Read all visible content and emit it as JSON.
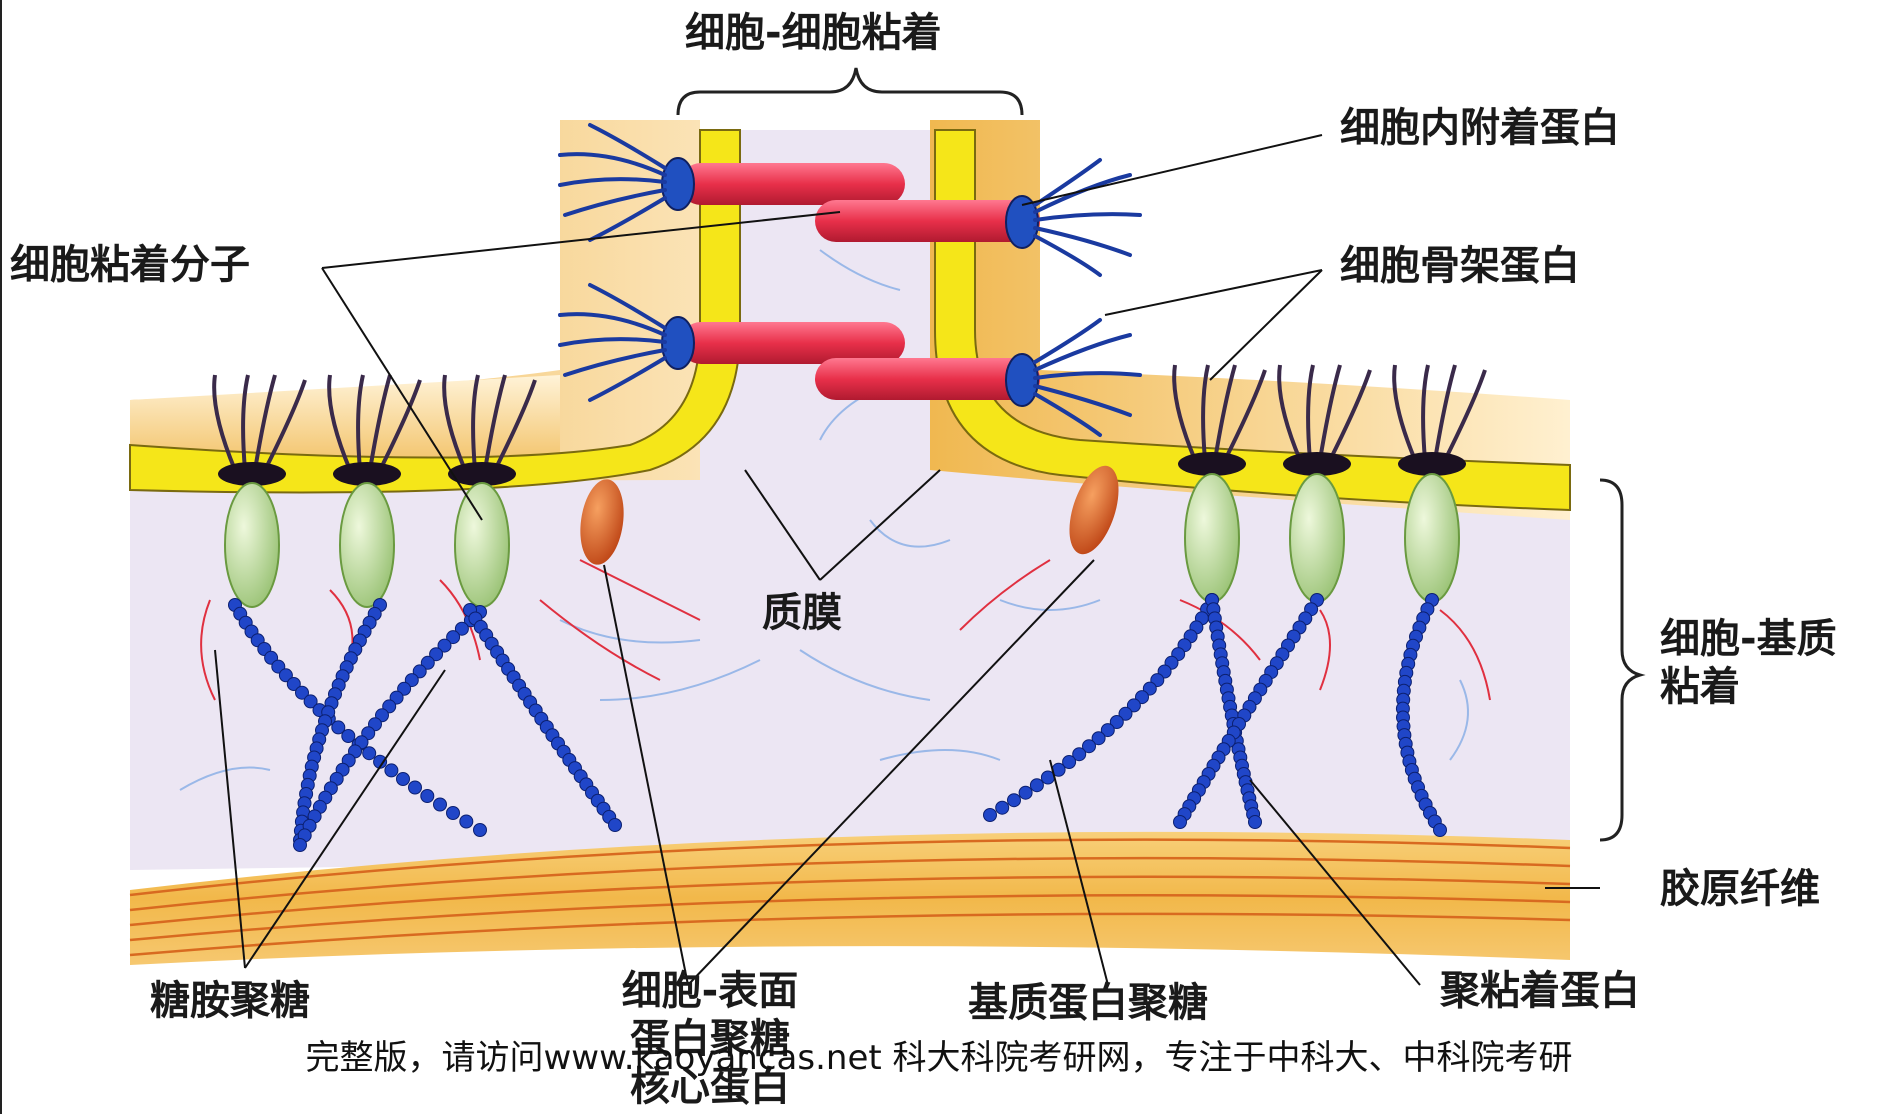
{
  "labels": {
    "cell_cell_adhesion": "细胞-细胞粘着",
    "intracellular_attachment_protein": "细胞内附着蛋白",
    "cell_adhesion_molecule": "细胞粘着分子",
    "cytoskeleton_protein": "细胞骨架蛋白",
    "plasma_membrane": "质膜",
    "cell_matrix_adhesion_line1": "细胞-基质",
    "cell_matrix_adhesion_line2": "粘着",
    "collagen_fiber": "胶原纤维",
    "glycosaminoglycan": "糖胺聚糖",
    "cell_surface_proteoglycan_line1": "细胞-表面",
    "cell_surface_proteoglycan_line2": "蛋白聚糖",
    "cell_surface_proteoglycan_line3": "核心蛋白",
    "matrix_proteoglycan": "基质蛋白聚糖",
    "polyadhesive_protein": "聚粘着蛋白"
  },
  "watermark": "完整版，请访问www.kaoyancas.net 科大科院考研网，专注于中科大、中科院考研",
  "colors": {
    "membrane": "#f5e619",
    "cytoplasm": "#f0b850",
    "matrix": "#ebe6f2",
    "adhesion_rod": "#e8304a",
    "integrin": "#b8d89a",
    "proteoglycan_core": "#d8642a",
    "gag_chain": "#2046c8",
    "collagen": "#f2b84a"
  }
}
